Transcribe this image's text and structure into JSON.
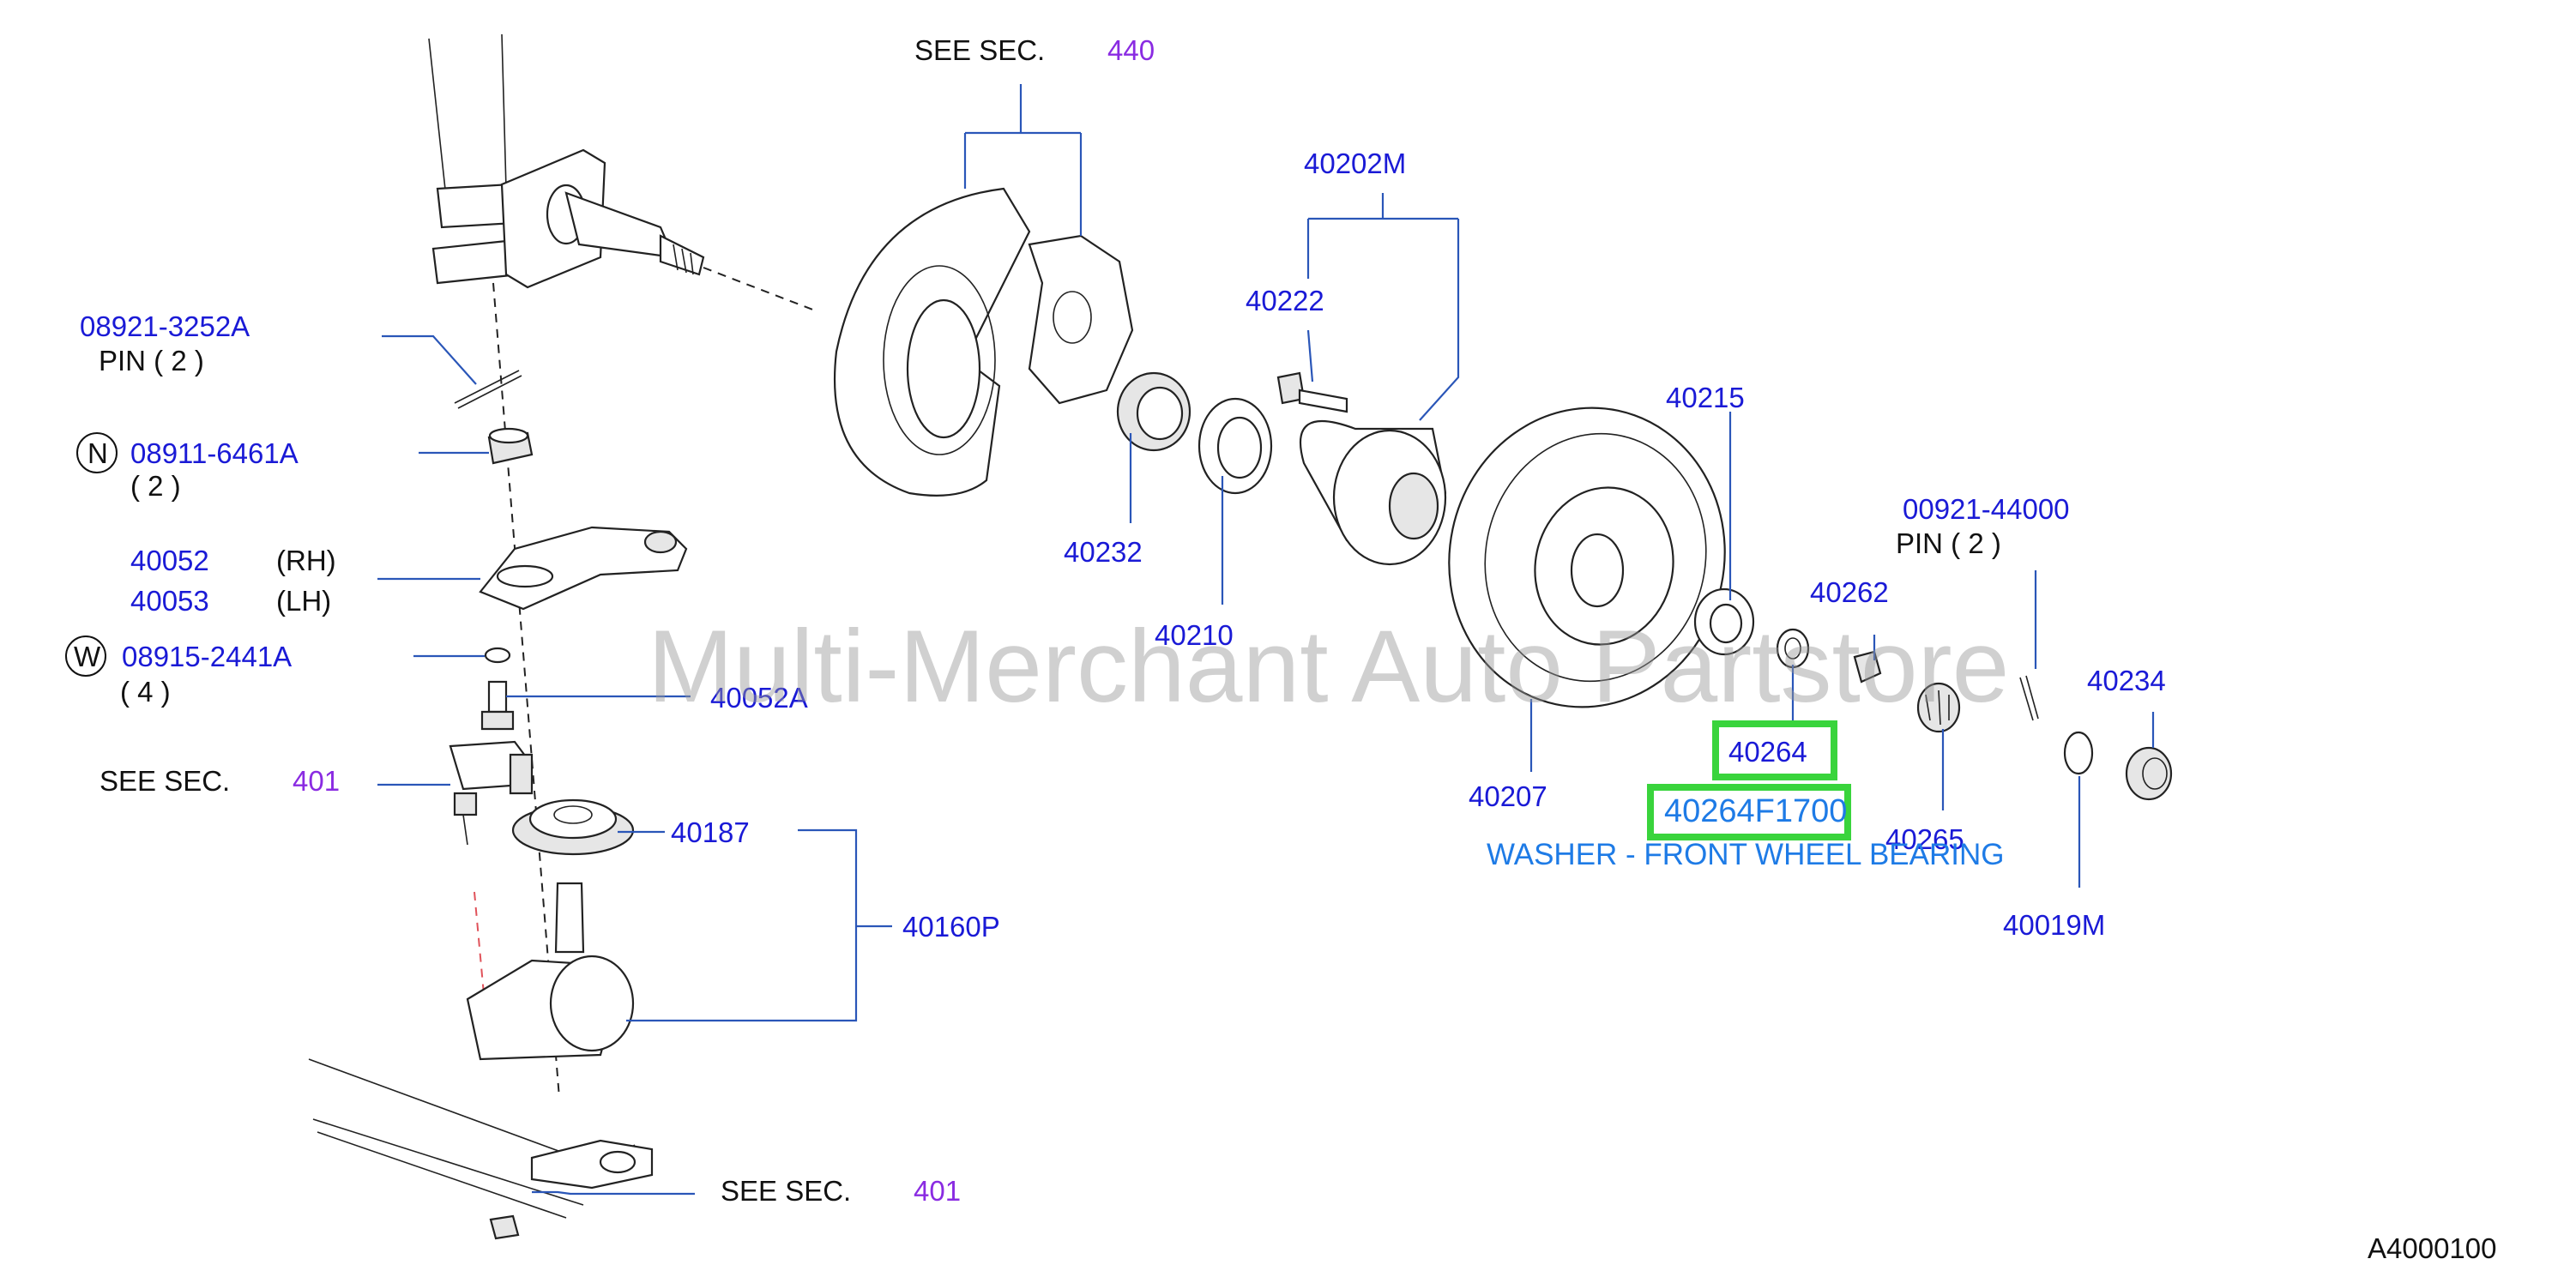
{
  "watermark": "Multi-Merchant Auto Partstore",
  "diagram_code": "A4000100",
  "see_sec_word": "SEE   SEC.",
  "sections": {
    "top": "440",
    "mid": "401",
    "bottom": "401"
  },
  "callouts": {
    "pin1_part": "08921-3252A",
    "pin1_desc": "PIN (  2  )",
    "nut_badge": "N",
    "nut_part": "08911-6461A",
    "nut_qty": "(  2    )",
    "arm_rh_part": "40052",
    "arm_rh_side": "(RH)",
    "arm_lh_part": "40053",
    "arm_lh_side": "(LH)",
    "washer_badge": "W",
    "washer_part": "08915-2441A",
    "washer_qty": "(  4   )",
    "p40052a": "40052A",
    "p40187": "40187",
    "p40160p": "40160P",
    "p40202m": "40202M",
    "p40222": "40222",
    "p40232": "40232",
    "p40210": "40210",
    "p40215": "40215",
    "p40207": "40207",
    "p40262": "40262",
    "p40264": "40264",
    "p40265": "40265",
    "pin2_part": "00921-44000",
    "pin2_desc": "PIN    (  2  )",
    "p40234": "40234",
    "p40019m": "40019M"
  },
  "highlight": {
    "part_no": "40264F1700",
    "description": "WASHER - FRONT WHEEL BEARING"
  },
  "colors": {
    "part_label": "#1a1ad6",
    "section_label": "#8a2be2",
    "leader_line": "#2a56b8",
    "highlight_box": "#39d43c",
    "highlight_desc": "#1e7be6"
  }
}
